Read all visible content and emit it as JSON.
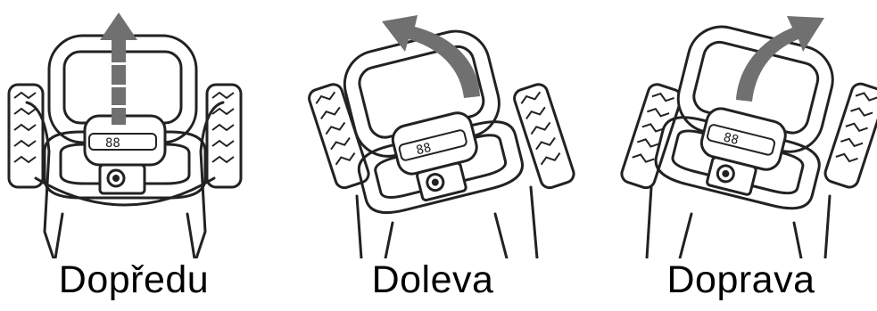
{
  "panels": [
    {
      "label": "Dopředu",
      "direction": "forward"
    },
    {
      "label": "Doleva",
      "direction": "left"
    },
    {
      "label": "Doprava",
      "direction": "right"
    }
  ],
  "display": {
    "digits": "88"
  },
  "colors": {
    "arrow": "#707070",
    "line": "#222222",
    "background": "#ffffff"
  }
}
